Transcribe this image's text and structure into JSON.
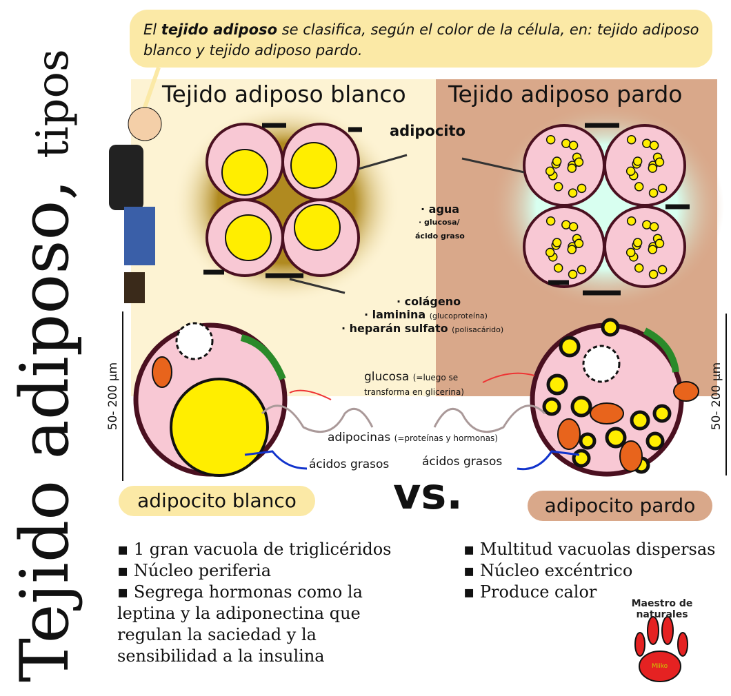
{
  "title": {
    "main": "Tejido adiposo,",
    "sub": "tipos"
  },
  "bubble": {
    "pre": "El ",
    "bold": "tejido adiposo",
    "post": " se clasifica, según el color de la célula, en: tejido adiposo blanco y tejido adiposo pardo."
  },
  "headers": {
    "white": "Tejido adiposo blanco",
    "brown": "Tejido adiposo pardo"
  },
  "labels": {
    "adipocito": "adipocito",
    "agua": "· agua",
    "glucosa": "· glucosa/",
    "acido": "ácido graso",
    "colageno": "· colágeno",
    "laminina": "· laminina",
    "laminina_note": "(glucoproteína)",
    "heparan": "· heparán sulfato",
    "heparan_note": "(polisacárido)"
  },
  "flows": {
    "glucosa": "glucosa",
    "glucosa_note": "(=luego se",
    "glucosa_note2": "transforma en glicerina)",
    "adipocinas": "adipocinas",
    "adipocinas_note": "(=proteínas y hormonas)",
    "acidos_left": "ácidos grasos",
    "acidos_right": "ácidos grasos"
  },
  "scale": {
    "left": "50- 200 µm",
    "right": "50- 200 µm"
  },
  "cells": {
    "white": "adipocito blanco",
    "brown": "adipocito pardo",
    "vs": "vs."
  },
  "white_list": [
    "▪ 1 gran vacuola de triglicéridos",
    "▪ Núcleo periferia",
    "▪ Segrega hormonas como la leptina y la adiponectina que regulan la saciedad y la sensibilidad a la insulina"
  ],
  "brown_list": [
    "▪ Multitud vacuolas dispersas",
    "▪ Núcleo excéntrico",
    "▪ Produce calor"
  ],
  "logo": {
    "text": "Maestro de naturales",
    "sign": "Miiko"
  },
  "colors": {
    "white_bg": "#fdf3d3",
    "brown_bg": "#d9a88a",
    "bubble": "#fbe9a6",
    "cytoplasm": "#f8c8d4",
    "fat": "#ffee00",
    "membrane": "#4a1020"
  }
}
